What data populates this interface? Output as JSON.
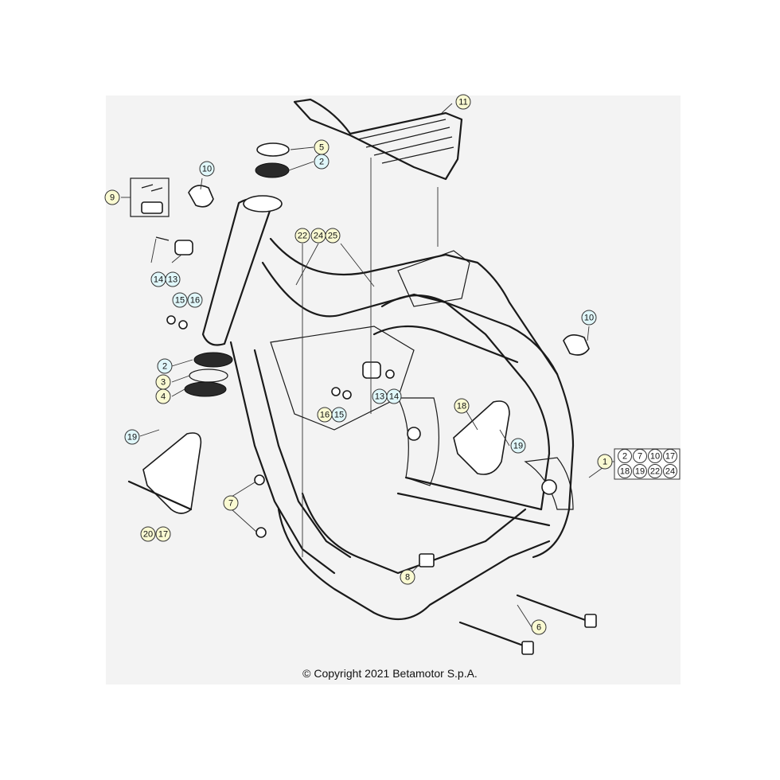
{
  "copyright": "© Copyright 2021 Betamotor S.p.A.",
  "colors": {
    "callout_yellow": "#fafad2",
    "callout_cyan": "#e0f7fa",
    "canvas_bg": "#f3f3f3"
  },
  "callouts": [
    {
      "id": "c11",
      "label": "11",
      "style": "yellow"
    },
    {
      "id": "c5",
      "label": "5",
      "style": "yellow"
    },
    {
      "id": "c2a",
      "label": "2",
      "style": "cyan"
    },
    {
      "id": "c10a",
      "label": "10",
      "style": "cyan"
    },
    {
      "id": "c9",
      "label": "9",
      "style": "yellow"
    },
    {
      "id": "c22",
      "label": "22",
      "style": "yellow"
    },
    {
      "id": "c24",
      "label": "24",
      "style": "yellow"
    },
    {
      "id": "c25",
      "label": "25",
      "style": "yellow"
    },
    {
      "id": "c14a",
      "label": "14",
      "style": "cyan"
    },
    {
      "id": "c13a",
      "label": "13",
      "style": "cyan"
    },
    {
      "id": "c15a",
      "label": "15",
      "style": "cyan"
    },
    {
      "id": "c16a",
      "label": "16",
      "style": "cyan"
    },
    {
      "id": "c10b",
      "label": "10",
      "style": "cyan"
    },
    {
      "id": "c2b",
      "label": "2",
      "style": "cyan"
    },
    {
      "id": "c3",
      "label": "3",
      "style": "yellow"
    },
    {
      "id": "c4",
      "label": "4",
      "style": "yellow"
    },
    {
      "id": "c13b",
      "label": "13",
      "style": "cyan"
    },
    {
      "id": "c14b",
      "label": "14",
      "style": "cyan"
    },
    {
      "id": "c16b",
      "label": "16",
      "style": "yellow"
    },
    {
      "id": "c15b",
      "label": "15",
      "style": "cyan"
    },
    {
      "id": "c18",
      "label": "18",
      "style": "yellow"
    },
    {
      "id": "c19a",
      "label": "19",
      "style": "cyan"
    },
    {
      "id": "c19b",
      "label": "19",
      "style": "cyan"
    },
    {
      "id": "c1",
      "label": "1",
      "style": "yellow"
    },
    {
      "id": "c7",
      "label": "7",
      "style": "yellow"
    },
    {
      "id": "c20",
      "label": "20",
      "style": "yellow"
    },
    {
      "id": "c17",
      "label": "17",
      "style": "yellow"
    },
    {
      "id": "c8",
      "label": "8",
      "style": "yellow"
    },
    {
      "id": "c6",
      "label": "6",
      "style": "yellow"
    }
  ],
  "kit_box": [
    "2",
    "7",
    "10",
    "17",
    "18",
    "19",
    "22",
    "24"
  ]
}
